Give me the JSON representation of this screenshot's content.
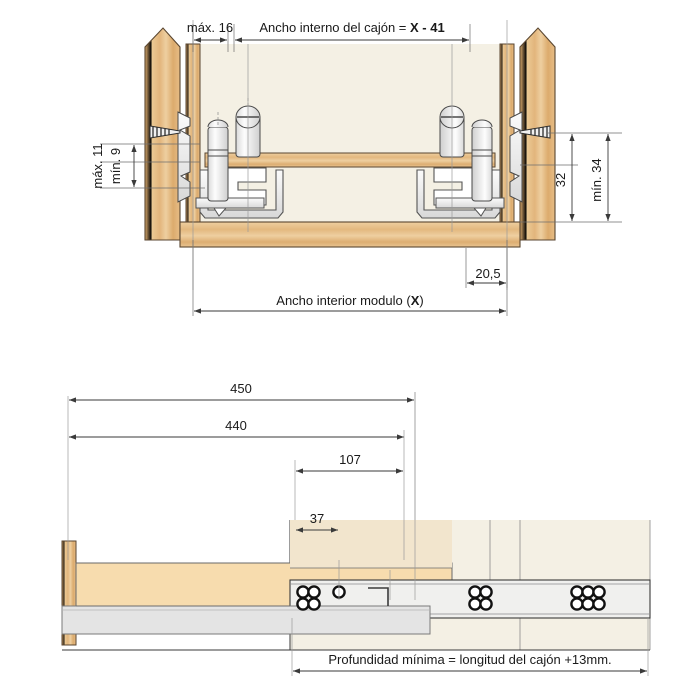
{
  "drawing": {
    "language": "es",
    "title_visible": false,
    "colors": {
      "wood_side": "#e0b277",
      "wood_light": "#f4dcb4",
      "panel_cream": "#f4f0e4",
      "metal_gray": "#e8e8e8",
      "line": "#3a3a3a",
      "dim_line": "#6e6e6e",
      "white": "#ffffff"
    }
  },
  "top_view": {
    "name": "front-cross-section",
    "dimensions": {
      "max_16": "máx. 16",
      "inner_drawer_width": "Ancho interno del cajón = ",
      "inner_drawer_width_bold": "X - 41",
      "max_11": "máx. 11",
      "min_9": "mín. 9",
      "height_32": "32",
      "min_34": "mín. 34",
      "offset_205": "20,5",
      "module_width": "Ancho interior modulo (",
      "module_width_bold": "X",
      "module_width_tail": ")"
    }
  },
  "bottom_view": {
    "name": "side-elevation",
    "dimensions": {
      "len_450": "450",
      "len_440": "440",
      "len_107": "107",
      "len_37": "37",
      "depth_note": "Profundidad mínima = longitud del cajón +13mm."
    },
    "hole_groups": [
      {
        "name": "group-2x2-left",
        "cols": 2,
        "rows": 2
      },
      {
        "name": "group-single",
        "cols": 1,
        "rows": 1
      },
      {
        "name": "group-2x2-mid",
        "cols": 2,
        "rows": 2
      },
      {
        "name": "group-3x2-right",
        "cols": 3,
        "rows": 2
      }
    ]
  }
}
